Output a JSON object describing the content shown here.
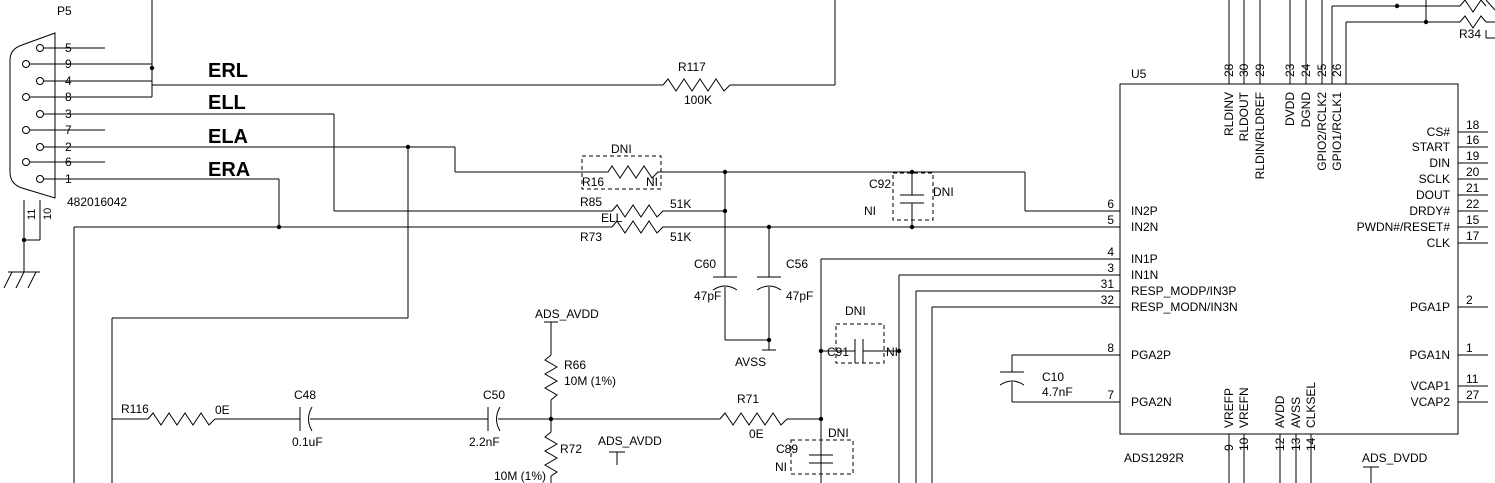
{
  "connector": {
    "ref": "P5",
    "part": "482016042",
    "pins": [
      "5",
      "9",
      "4",
      "8",
      "3",
      "7",
      "2",
      "6",
      "1",
      "11",
      "10"
    ]
  },
  "nets": {
    "erl": "ERL",
    "ell": "ELL",
    "ela": "ELA",
    "era": "ERA",
    "ell_small": "ELL"
  },
  "power": {
    "ads_avdd": "ADS_AVDD",
    "ads_avdd_2": "ADS_AVDD",
    "avss": "AVSS",
    "ads_dvdd": "ADS_DVDD"
  },
  "components": {
    "r117": {
      "ref": "R117",
      "value": "100K"
    },
    "r16": {
      "ref": "R16",
      "value": "NI",
      "dni": "DNI"
    },
    "r85": {
      "ref": "R85",
      "value": "51K"
    },
    "r73": {
      "ref": "R73",
      "value": "51K"
    },
    "c92": {
      "ref": "C92",
      "value": "NI",
      "dni": "DNI"
    },
    "c60": {
      "ref": "C60",
      "value": "47pF"
    },
    "c56": {
      "ref": "C56",
      "value": "47pF"
    },
    "c91": {
      "ref": "C91",
      "value": "NI",
      "dni": "DNI"
    },
    "r66": {
      "ref": "R66",
      "value": "10M (1%)"
    },
    "r72": {
      "ref": "R72",
      "value": "10M (1%)"
    },
    "r116": {
      "ref": "R116",
      "value": "0E"
    },
    "c48": {
      "ref": "C48",
      "value": "0.1uF"
    },
    "c50": {
      "ref": "C50",
      "value": "2.2nF"
    },
    "r71": {
      "ref": "R71",
      "value": "0E"
    },
    "c89": {
      "ref": "C89",
      "value": "NI",
      "dni": "DNI"
    },
    "c10": {
      "ref": "C10",
      "value": "4.7nF"
    },
    "r34": {
      "ref": "R34"
    }
  },
  "ic": {
    "ref": "U5",
    "part": "ADS1292R",
    "left_pins": [
      {
        "num": "6",
        "name": "IN2P"
      },
      {
        "num": "5",
        "name": "IN2N"
      },
      {
        "num": "4",
        "name": "IN1P"
      },
      {
        "num": "3",
        "name": "IN1N"
      },
      {
        "num": "31",
        "name": "RESP_MODP/IN3P"
      },
      {
        "num": "32",
        "name": "RESP_MODN/IN3N"
      },
      {
        "num": "8",
        "name": "PGA2P"
      },
      {
        "num": "7",
        "name": "PGA2N"
      }
    ],
    "right_pins": [
      {
        "num": "18",
        "name": "CS#"
      },
      {
        "num": "16",
        "name": "START"
      },
      {
        "num": "19",
        "name": "DIN"
      },
      {
        "num": "20",
        "name": "SCLK"
      },
      {
        "num": "21",
        "name": "DOUT"
      },
      {
        "num": "22",
        "name": "DRDY#"
      },
      {
        "num": "15",
        "name": "PWDN#/RESET#"
      },
      {
        "num": "17",
        "name": "CLK"
      },
      {
        "num": "2",
        "name": "PGA1P"
      },
      {
        "num": "1",
        "name": "PGA1N"
      },
      {
        "num": "11",
        "name": "VCAP1"
      },
      {
        "num": "27",
        "name": "VCAP2"
      }
    ],
    "top_pins": [
      {
        "num": "28",
        "name": "RLDINV"
      },
      {
        "num": "30",
        "name": "RLDOUT"
      },
      {
        "num": "29",
        "name": "RLDIN/RLDREF"
      },
      {
        "num": "23",
        "name": "DVDD"
      },
      {
        "num": "24",
        "name": "DGND"
      },
      {
        "num": "25",
        "name": "GPIO2/RCLK2"
      },
      {
        "num": "26",
        "name": "GPIO1/RCLK1"
      }
    ],
    "bottom_pins": [
      {
        "num": "9",
        "name": "VREFP"
      },
      {
        "num": "10",
        "name": "VREFN"
      },
      {
        "num": "12",
        "name": "AVDD"
      },
      {
        "num": "13",
        "name": "AVSS"
      },
      {
        "num": "14",
        "name": "CLKSEL"
      }
    ]
  }
}
